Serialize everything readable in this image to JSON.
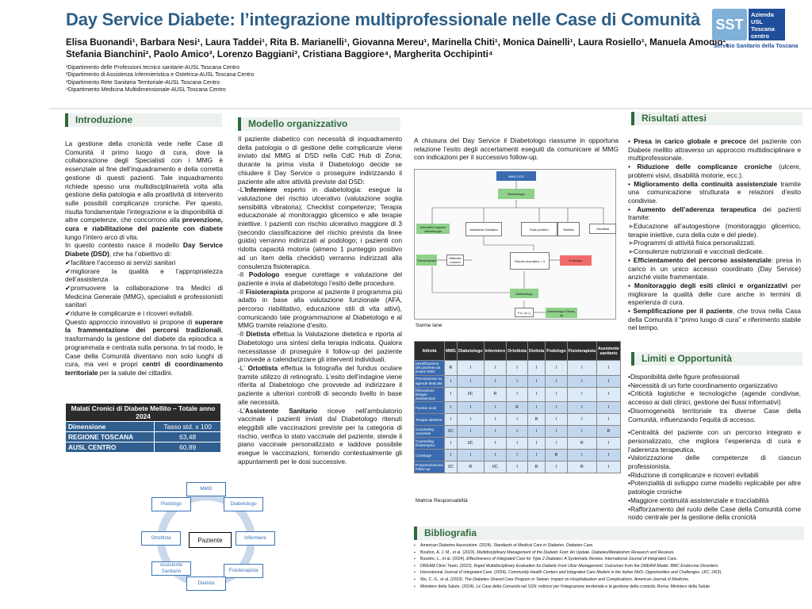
{
  "header": {
    "title": "Day Service Diabete:  l’integrazione multiprofessionale nelle Case di Comunità",
    "authors": "Elisa Buonandi¹, Barbara Nesi¹, Laura Taddei¹, Rita B. Marianelli¹, Giovanna Mereu¹, Marinella Chiti¹, Monica Dainelli¹, Laura Rosiello¹, Manuela Amodio², Stefania Bianchini², Paolo Amico³, Lorenzo Baggiani³, Cristiana Baggiore⁴, Margherita Occhipinti⁴",
    "affiliations": [
      "¹Dipartimento delle Professioni tecnico sanitarie-AUSL Toscana Centro",
      "²Dipartimento di Assistenza Infermieristica e Ostetrica-AUSL Toscana Centro",
      "³Dipartimento Rete Sanitaria Territoriale-AUSL Toscana Centro",
      "⁴Dipartimento Medicina Multidimensionale-AUSL Toscana Centro"
    ],
    "logo": {
      "sst": "SST",
      "azienda": "Azienda USL Toscana centro",
      "servizio": "Servizio Sanitario della Toscana"
    }
  },
  "intro": {
    "title": "Introduzione",
    "p1": "La gestione della cronicità vede nelle Case di Comunità il primo luogo di cura, dove la collaborazione degli Specialisti con i MMG è essenziale al fine dell’inquadramento e della corretta gestione di questi pazienti. Tale inquadramento richiede spesso una multidisciplinarietà volta alla gestione della patologia e alla proattività di intervento sulle possibili complicanze croniche. Per questo, risulta fondamentale l’integrazione e la disponibilità di altre competenze, che concorrono alla ",
    "p1_bold": "prevenzione, cura e riabilitazione del paziente con diabete",
    "p1_end": " lungo l’intero arco di vita.",
    "p2_start": "In questo contesto nasce il modello ",
    "p2_bold": "Day Service Diabete (DSD)",
    "p2_end": ", che ha l’obiettivo di:",
    "checks": [
      "facilitare l’accesso ai servizi sanitari",
      "migliorare la qualità e l’appropriatezza dell’assistenza",
      "promuovere la collaborazione tra Medici di Medicina Generale (MMG), specialisti e professionisti sanitari",
      "ridurre le complicanze e i ricoveri evitabili."
    ],
    "p3_start": "Questo approccio innovativo si propone di ",
    "p3_bold": "superare la frammentazione dei percorsi tradizionali",
    "p3_mid": ", trasformando la gestione del diabete da episodica a programmata e centrata sulla persona. In tal modo, le Case della Comunità diventano non solo luoghi di cura, ma veri e propri ",
    "p3_bold2": "centri di coordinamento territoriale",
    "p3_end": " per la salute dei cittadini."
  },
  "stats_table": {
    "title": "Malati Cronici di Diabete Mellito – Totale anno 2024",
    "rows": [
      {
        "label": "Dimensione",
        "value": "Tasso std. x 100"
      },
      {
        "label": "REGIONE TOSCANA",
        "value": "63,48"
      },
      {
        "label": "AUSL CENTRO",
        "value": "60,89"
      }
    ]
  },
  "cycle": {
    "center": "Paziente",
    "nodes": [
      "MMG",
      "Diabetologo",
      "Infermiere",
      "Fisioterapista",
      "Dietista",
      "Assistente Sanitario",
      "Ortottista",
      "Podologo"
    ]
  },
  "modello": {
    "title": "Modello organizzativo",
    "p1": "Il paziente diabetico con necessità di inquadramento della patologia o di gestione delle complicanze viene inviato dal MMG al DSD nella CdC Hub di Zona; durante la prima visita il Diabetologo decide se chiudere il Day Service o proseguire indirizzando il paziente alle altre attività previste dal DSD:",
    "items": [
      {
        "lead": "-L’",
        "bold": "Infermiere",
        "text": " esperto in diabetologia: esegue la valutazione del rischio ulcerativo (valutazione soglia sensibilità vibratoria); Checklist competenze; Terapia educazionale al monitoraggio glicemico e alle terapie iniettive. I pazienti con rischio ulcerativo maggiore di 3 (secondo classificazione del rischio prevista da linee guida) verranno indirizzati al podologo; i pazienti con ridotta capacità motoria (almeno 1 punteggio positivo ad un item della checklist) verranno indirizzati alla consulenza fisioterapica."
      },
      {
        "lead": "-Il ",
        "bold": "Podologo",
        "text": " esegue curettage e valutazione del paziente e invia al diabetologo l’esito delle procedure."
      },
      {
        "lead": "-Il ",
        "bold": "Fisioterapista",
        "text": " propone al paziente il programma più adatto in base alla valutazione funzionale (AFA, percorso riabilitativo, educazione stili di vita attivi), comunicando tale programmazione al Diabetologo e al MMG tramite relazione d’esito."
      },
      {
        "lead": "-Il ",
        "bold": "Dietista",
        "text": " effettua la Valutazione dietetica e riporta al Diabetologo una sintesi della terapia indicata. Qualora necessitasse di proseguire il follow-up del paziente provvede a calendarizzare gli interventi individuali."
      },
      {
        "lead": "-L’ ",
        "bold": "Ortottista",
        "text": " effettua la fotografia del fundus oculare tramite utilizzo di retinografo. L’esito dell’indagine viene riferita al Diabetologo che provvede ad indirizzare il paziente a ulteriori controlli di secondo livello in base alle necessità."
      },
      {
        "lead": "-L’",
        "bold": "Assistente Sanitario",
        "text": " riceve nell’ambulatorio vaccinale i pazienti inviati dal Diabetologo ritenuti eleggibili alle vaccinazioni previste per la categoria di rischio, verifica lo stato vaccinale del paziente, stende il piano vaccinale personalizzato e laddove possibile esegue le vaccinazioni, fornendo contestualmente gli appuntamenti per le dosi successive."
      }
    ]
  },
  "col3": {
    "p1": "A chiusura del Day Service il Diabetologo riassume in opportuna relazione l’esito degli accertamenti eseguiti da comunicare al MMG con indicazioni per il successivo follow-up.",
    "flow_caption": "Swime lane",
    "flow_boxes": [
      "MMG CDO",
      "Diabetologo",
      "Infermiere esperto diabetologia",
      "Assistente Sanitario",
      "Esito positivo",
      "Dietista",
      "Ortottista",
      "Fisioterapista",
      "Difficoltà motorie",
      "Rischio ulcerativo > 3",
      "Podologo",
      "Diabetologo",
      "F.U. (s.i.)",
      "Diabetologo Follow-up"
    ],
    "matrix_caption": "Matrice Responsabilità",
    "matrix": {
      "headers": [
        "Attività",
        "MMG",
        "Diabetologo",
        "Infermiere",
        "Ortottista",
        "Dietista",
        "Podologo",
        "Fisioterapista",
        "Assistente sanitario"
      ],
      "rows": [
        [
          "Identificazione del paziente da inviare DSD",
          "R",
          "I",
          "I",
          "I",
          "I",
          "I",
          "I",
          "I"
        ],
        [
          "Prenotazione su agende dedicate",
          "I",
          "I",
          "I",
          "I",
          "I",
          "I",
          "I",
          "I"
        ],
        [
          "Rilevazione bisogni assistenziali",
          "I",
          "I/C",
          "R",
          "I",
          "I",
          "I",
          "I",
          "I"
        ],
        [
          "Fundus oculi",
          "I",
          "I",
          "I",
          "R",
          "I",
          "I",
          "I",
          "I"
        ],
        [
          "Terapia dietetica",
          "I",
          "I",
          "I",
          "I",
          "R",
          "I",
          "I",
          "I"
        ],
        [
          "Counseling vaccinale",
          "I/C",
          "I",
          "I",
          "I",
          "I",
          "I",
          "I",
          "R"
        ],
        [
          "Counseling fisioterapico",
          "I",
          "I/C",
          "I",
          "I",
          "I",
          "I",
          "R",
          "I"
        ],
        [
          "Curettage",
          "I",
          "I",
          "I",
          "I",
          "I",
          "R",
          "I",
          "I"
        ],
        [
          "Programmazione follow up",
          "I/C",
          "R",
          "I/C",
          "I",
          "R",
          "I",
          "R",
          "I"
        ]
      ]
    },
    "biblio_title": "Bibliografia",
    "biblio": [
      {
        "pre": "American Diabetes Association. (2024). ",
        "it": "Standards of Medical Care in Diabetes. Diabetes Care.",
        "post": ""
      },
      {
        "pre": "Boulton, A. J. M., et al. (2023). ",
        "it": "Multidisciplinary Management of the Diabetic Foot: An Update. Diabetes/Metabolism Research and Reviews.",
        "post": ""
      },
      {
        "pre": "Busetto, L., et al. (2024). ",
        "it": "Effectiveness of Integrated Care for Type 2 Diabetes: A Systematic Review. International Journal of Integrated Care.",
        "post": ""
      },
      {
        "pre": "DREAM Clinic Team. (2023). ",
        "it": "Rapid Multidisciplinary Evaluation for Diabetic Foot Ulcer Management: Outcomes from the DREAM Model. BMC Endocrine Disorders.",
        "post": ""
      },
      {
        "pre": "International Journal of Integrated Care. (2024). ",
        "it": "Community Health Centers and Integrated Care Models in the Italian NHS: Opportunities and Challenges. IJIC,",
        "post": " 24(3)."
      },
      {
        "pre": "Wu, C.-S., et al. (2023). ",
        "it": "The Diabetes Shared Care Program in Taiwan: Impact on Hospitalization and Complications. American Journal of Medicine.",
        "post": ""
      },
      {
        "pre": "Ministero della Salute. (2024). ",
        "it": "Le Case della Comunità nel SSN: indirizzi per l’integrazione territoriale e la gestione della cronicità.",
        "post": " Roma: Ministero della Salute."
      }
    ]
  },
  "risultati": {
    "title": "Risultati attesi",
    "items": [
      {
        "type": "b",
        "bold": "Presa in carico globale e precoce",
        "text": " del paziente con Diabete mellito attraverso un approccio multidisciplinare e multiprofessionale."
      },
      {
        "type": "b",
        "bold": "Riduzione delle complicanze croniche",
        "text": " (ulcere, problemi visivi, disabilità motorie, ecc.)."
      },
      {
        "type": "b",
        "bold": "Miglioramento della continuità assistenziale",
        "text": " tramite una comunicazione strutturata e relazioni d’esito condivise."
      },
      {
        "type": "b",
        "bold": "Aumento dell’aderenza terapeutica",
        "text": " dei pazienti tramite:"
      },
      {
        "type": "s",
        "bold": "",
        "text": "Educazione all’autogestione (monitoraggio glicemico, terapie iniettive, cura della cute e del piede)."
      },
      {
        "type": "s",
        "bold": "",
        "text": "Programmi di attività fisica personalizzati."
      },
      {
        "type": "s",
        "bold": "",
        "text": "Consulenze nutrizionali e vaccinali dedicate."
      },
      {
        "type": "b",
        "bold": "Efficientamento del percorso assistenziale",
        "text": ": presa in carico in un unico accesso coordinato (Day Service) anziché visite frammentate."
      },
      {
        "type": "b",
        "bold": "Monitoraggio degli esiti clinici e organizzativi",
        "text": " per migliorare la qualità delle cure anche in termini di esperienza di cura."
      },
      {
        "type": "b",
        "bold": "Semplificazione per il paziente",
        "text": ", che trova nella Casa della Comunità il “primo luogo di cura” e riferimento stabile nel tempo."
      }
    ]
  },
  "limiti": {
    "title": "Limiti e Opportunità",
    "limiti": [
      "Disponibilità delle figure professionali",
      "Necessità di un forte coordinamento organizzativo",
      "Criticità logistiche e tecnologiche (agende condivise, accesso ai dati clinici, gestione dei flussi informativi)",
      "Disomogeneità territoriale tra diverse Case della Comunità, influenzando l’equità di accesso."
    ],
    "opportunita": [
      "Centralità del paziente con un percorso integrato e personalizzato, che migliora l’esperienza di cura e l’aderenza terapeutica.",
      "Valorizzazione delle competenze di ciascun professionista.",
      "Riduzione di complicanze e ricoveri evitabili",
      "Potenzialità di sviluppo come modello replicabile per altre patologie croniche",
      "Maggiore continuità assistenziale e tracciabilità",
      "Rafforzamento del ruolo delle Case della Comunità come nodo centrale per la gestione della cronicità"
    ]
  }
}
